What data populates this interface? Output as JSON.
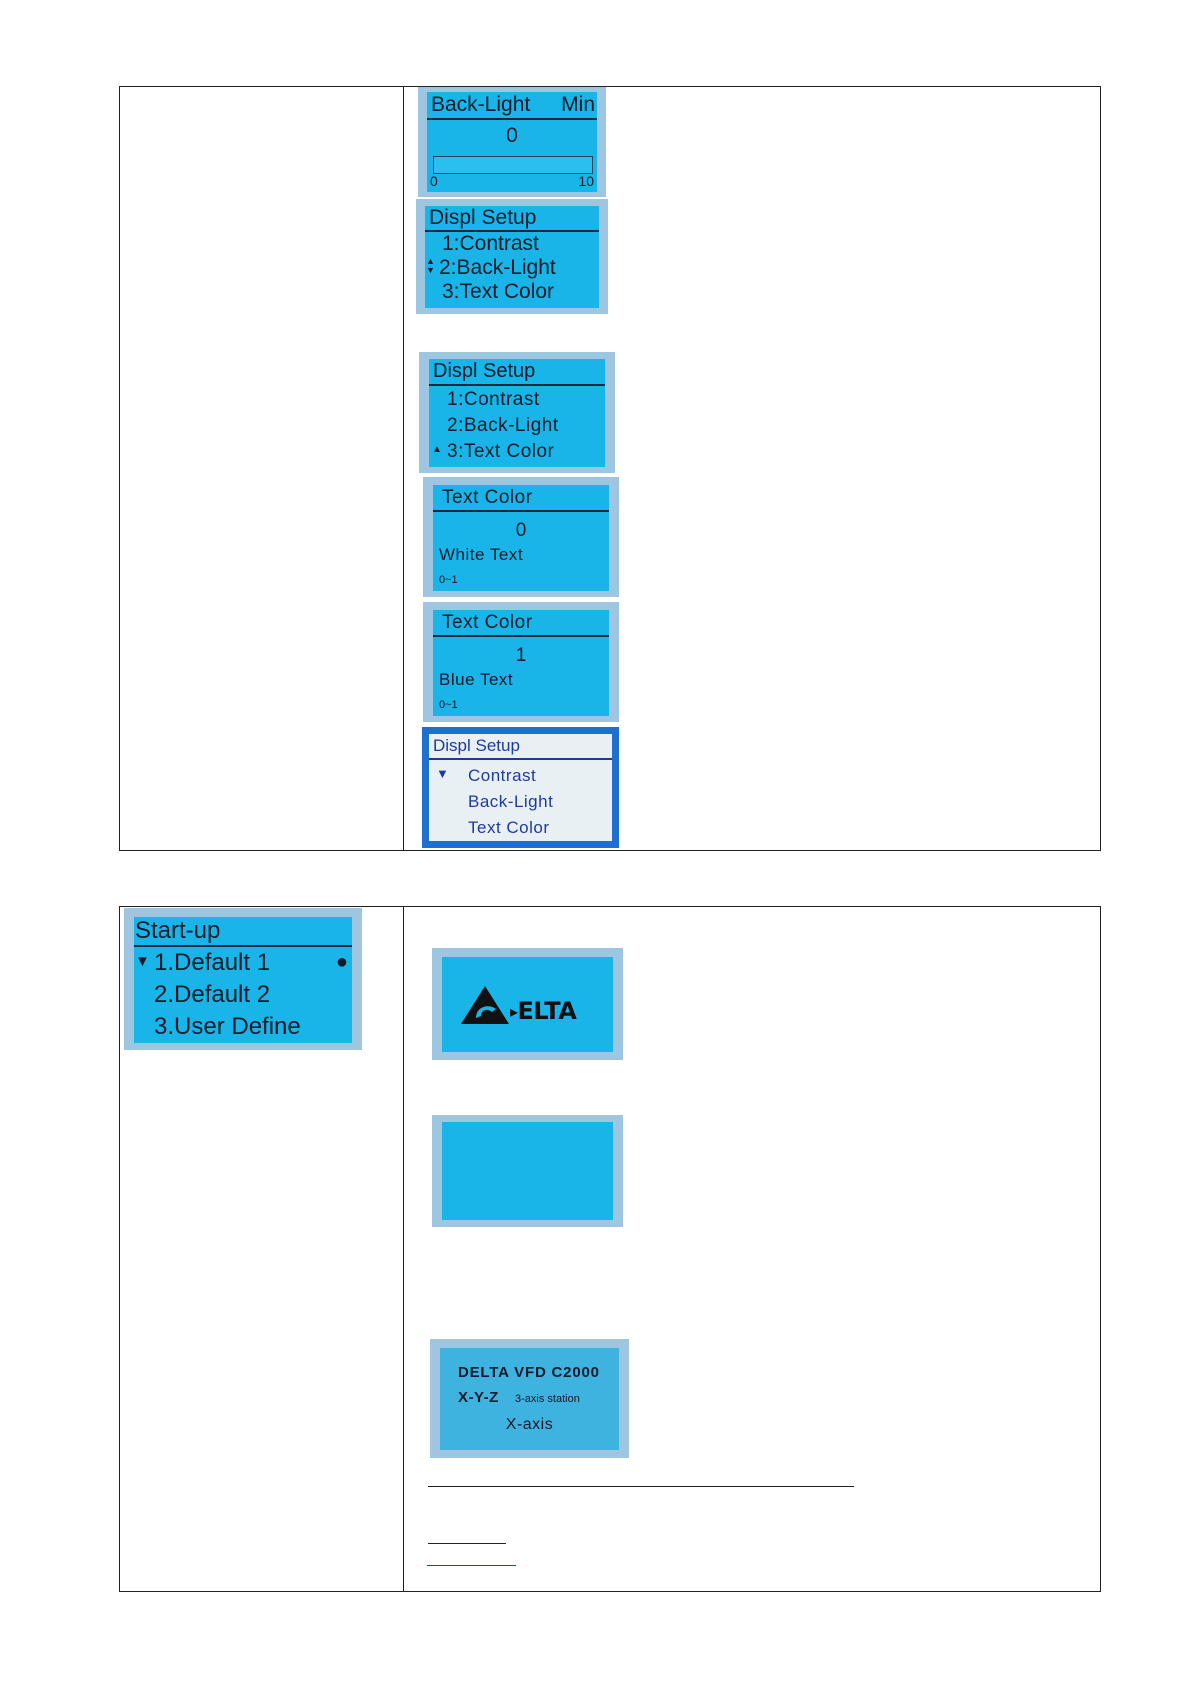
{
  "screens": {
    "backlight": {
      "header": "Back-Light",
      "unit": "Min",
      "value": "0",
      "range_min": "0",
      "range_max": "10"
    },
    "displ_setup_1": {
      "header": "Displ Setup",
      "items": [
        "1:Contrast",
        "2:Back-Light",
        "3:Text Color"
      ],
      "arrow": "▲▼"
    },
    "displ_setup_2": {
      "header": "Displ Setup",
      "items": [
        "1:Contrast",
        "2:Back-Light",
        "3:Text Color"
      ],
      "arrow": "▲"
    },
    "text_color_white": {
      "header": "Text Color",
      "value": "0",
      "label": "White Text",
      "range": "0~1"
    },
    "text_color_blue": {
      "header": "Text Color",
      "value": "1",
      "label": "Blue Text",
      "range": "0~1"
    },
    "displ_setup_3": {
      "header": "Displ Setup",
      "items": [
        "Contrast",
        "Back-Light",
        "Text Color"
      ],
      "arrow": "▼"
    },
    "startup": {
      "header": "Start-up",
      "items": [
        "1.Default 1",
        "2.Default 2",
        "3.User Define"
      ],
      "arrow": "▼",
      "selected_marker": "●"
    },
    "logo": {
      "brand": "ELTA"
    },
    "custom": {
      "line1": "DELTA VFD C2000",
      "line2_main": "X-Y-Z",
      "line2_sub": "3-axis station",
      "line3": "X-axis"
    }
  },
  "colors": {
    "lcd_bg": "#19b5e8",
    "lcd_frame": "#9fc6e0",
    "lcd_text": "#0d1b2a",
    "white_bg": "#e8f0f4",
    "accent_blue": "#1e6fd0"
  }
}
